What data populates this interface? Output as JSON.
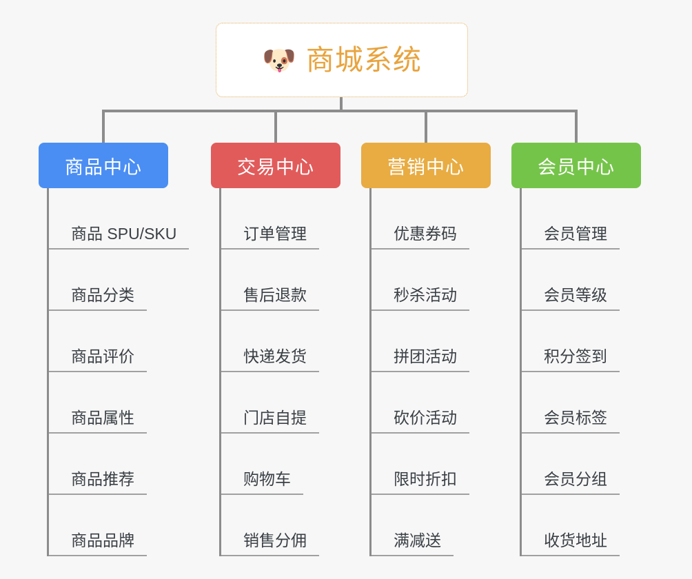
{
  "diagram": {
    "type": "mind-map",
    "background_color": "#f7f7f7",
    "connector_color": "#8c8c8c",
    "leaf_text_color": "#3a3f44",
    "leaf_underline_color": "#a0a0a0"
  },
  "root": {
    "icon": "shiba-dog-face-icon",
    "icon_glyph": "🐶",
    "title": "商城系统",
    "text_color": "#e8a33d",
    "border_color": "#e8ab55",
    "background_color": "#ffffff"
  },
  "branches": [
    {
      "label": "商品中心",
      "color": "#4a8ef4",
      "width": 188,
      "items": [
        "商品 SPU/SKU",
        "商品分类",
        "商品评价",
        "商品属性",
        "商品推荐",
        "商品品牌"
      ]
    },
    {
      "label": "交易中心",
      "color": "#e15b5b",
      "width": 188,
      "items": [
        "订单管理",
        "售后退款",
        "快递发货",
        "门店自提",
        "购物车",
        "销售分佣"
      ]
    },
    {
      "label": "营销中心",
      "color": "#e8ac42",
      "width": 188,
      "items": [
        "优惠券码",
        "秒杀活动",
        "拼团活动",
        "砍价活动",
        "限时折扣",
        "满减送"
      ]
    },
    {
      "label": "会员中心",
      "color": "#75c44a",
      "width": 188,
      "items": [
        "会员管理",
        "会员等级",
        "积分签到",
        "会员标签",
        "会员分组",
        "收货地址"
      ]
    }
  ]
}
